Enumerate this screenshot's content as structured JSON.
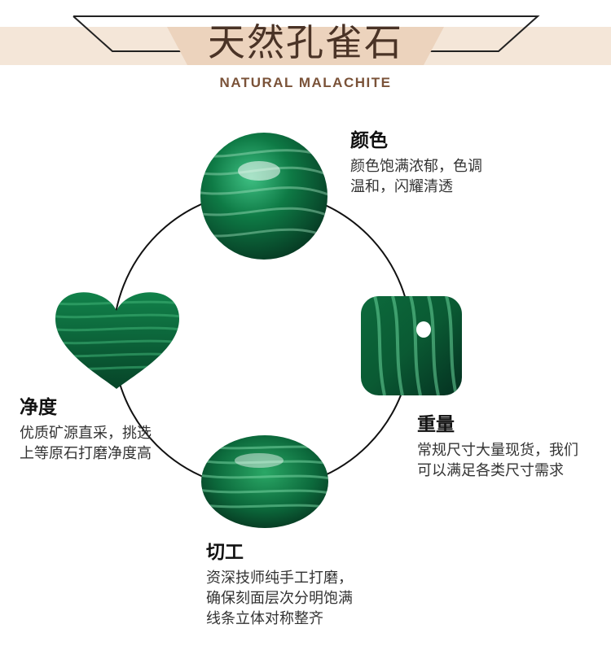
{
  "header": {
    "title": "天然孔雀石",
    "subtitle": "NATURAL MALACHITE"
  },
  "colors": {
    "banner": "#f2e3d5",
    "title_text": "#4a3326",
    "malachite_dark": "#0b4a2c",
    "malachite_mid": "#0e7a45",
    "malachite_light": "#2db072"
  },
  "features": {
    "color": {
      "title": "颜色",
      "line1": "颜色饱满浓郁，色调",
      "line2": "温和，闪耀清透"
    },
    "weight": {
      "title": "重量",
      "line1": "常规尺寸大量现货，我们",
      "line2": "可以满足各类尺寸需求"
    },
    "clarity": {
      "title": "净度",
      "line1": "优质矿源直采，挑选",
      "line2": "上等原石打磨净度高"
    },
    "cut": {
      "title": "切工",
      "line1": "资深技师纯手工打磨，",
      "line2": "确保刻面层次分明饱满",
      "line3": "线条立体对称整齐"
    }
  }
}
